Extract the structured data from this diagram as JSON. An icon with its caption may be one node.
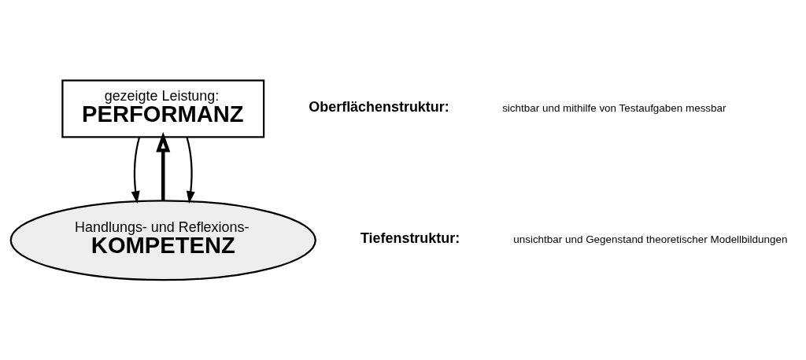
{
  "diagram": {
    "nodes": [
      {
        "text": [
          "gezeigte Leistung:",
          "PERFORMANZ"
        ]
      },
      {
        "text": [
          "Handlungs- und Reflexions-",
          "KOMPETENZ"
        ]
      }
    ],
    "edges": [
      {
        "from": 0,
        "to": 1,
        "arrow": "to"
      },
      {
        "from": 1,
        "to": 0,
        "arrow": "to",
        "style": "thick"
      },
      {
        "from": 0,
        "to": 1,
        "arrow": "to"
      }
    ],
    "labels": [
      "Oberflächenstruktur:",
      "sichtbar und mithilfe von Testaufgaben messbar",
      "Tiefenstruktur:",
      "unsichtbar und Gegenstand theoretischer Modellbildungen"
    ]
  }
}
